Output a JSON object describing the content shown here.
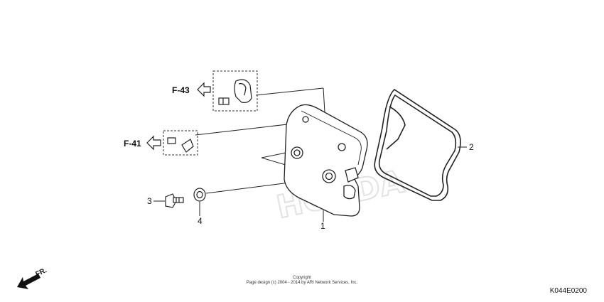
{
  "callouts": {
    "c1": "1",
    "c2": "2",
    "c3": "3",
    "c4": "4"
  },
  "refs": {
    "f43": "F-43",
    "f41": "F-41"
  },
  "direction": {
    "label": "FR."
  },
  "watermark": "HONDA",
  "copyright": {
    "line1": "Copyright",
    "line2": "Page design (c) 2004 - 2014 by ARI Network Services, Inc."
  },
  "diagram_code": "K044E0200",
  "colors": {
    "line": "#222222",
    "watermark": "#e2e2e2"
  }
}
